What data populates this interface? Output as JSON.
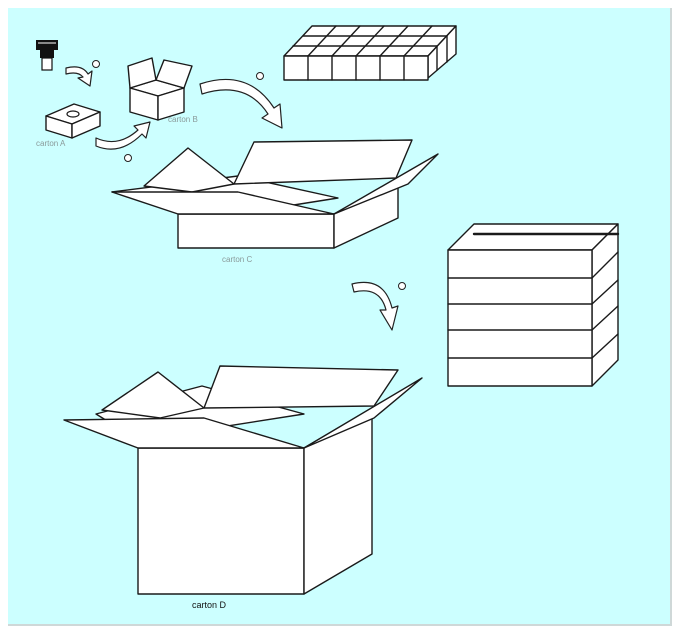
{
  "diagram": {
    "background": "#ccffff",
    "line_color": "#1a1a1a",
    "labels": {
      "carton_a": "carton  A",
      "carton_b": "carton  B",
      "carton_c": "carton  C",
      "carton_d": "carton  D"
    },
    "icons": [
      "bottle-icon",
      "curved-arrow-icon"
    ]
  }
}
